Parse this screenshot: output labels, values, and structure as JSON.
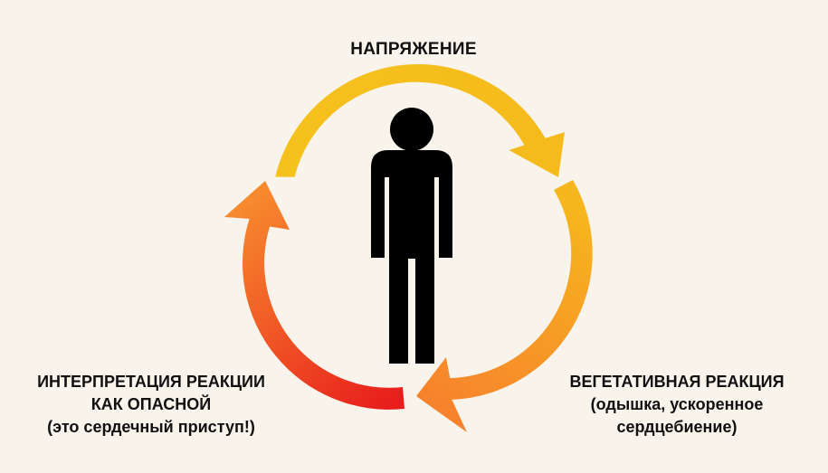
{
  "stages": {
    "top": {
      "lines": [
        "НАПРЯЖЕНИЕ"
      ]
    },
    "right": {
      "lines": [
        "ВЕГЕТАТИВНАЯ РЕАКЦИЯ",
        "(одышка, ускоренное",
        "сердцебиение)"
      ]
    },
    "left": {
      "lines": [
        "ИНТЕРПРЕТАЦИЯ РЕАКЦИИ",
        "КАК ОПАСНОЙ",
        "(это сердечный приступ!)"
      ]
    }
  },
  "icons": {
    "center": "person-silhouette-icon",
    "cycle": "circular-arrows-icon"
  },
  "colors": {
    "background": "#f8f4ec",
    "arrow_yellow": "#f5c21d",
    "arrow_orange": "#f7872e",
    "arrow_red": "#e8201f",
    "person": "#000000",
    "text": "#111111"
  }
}
